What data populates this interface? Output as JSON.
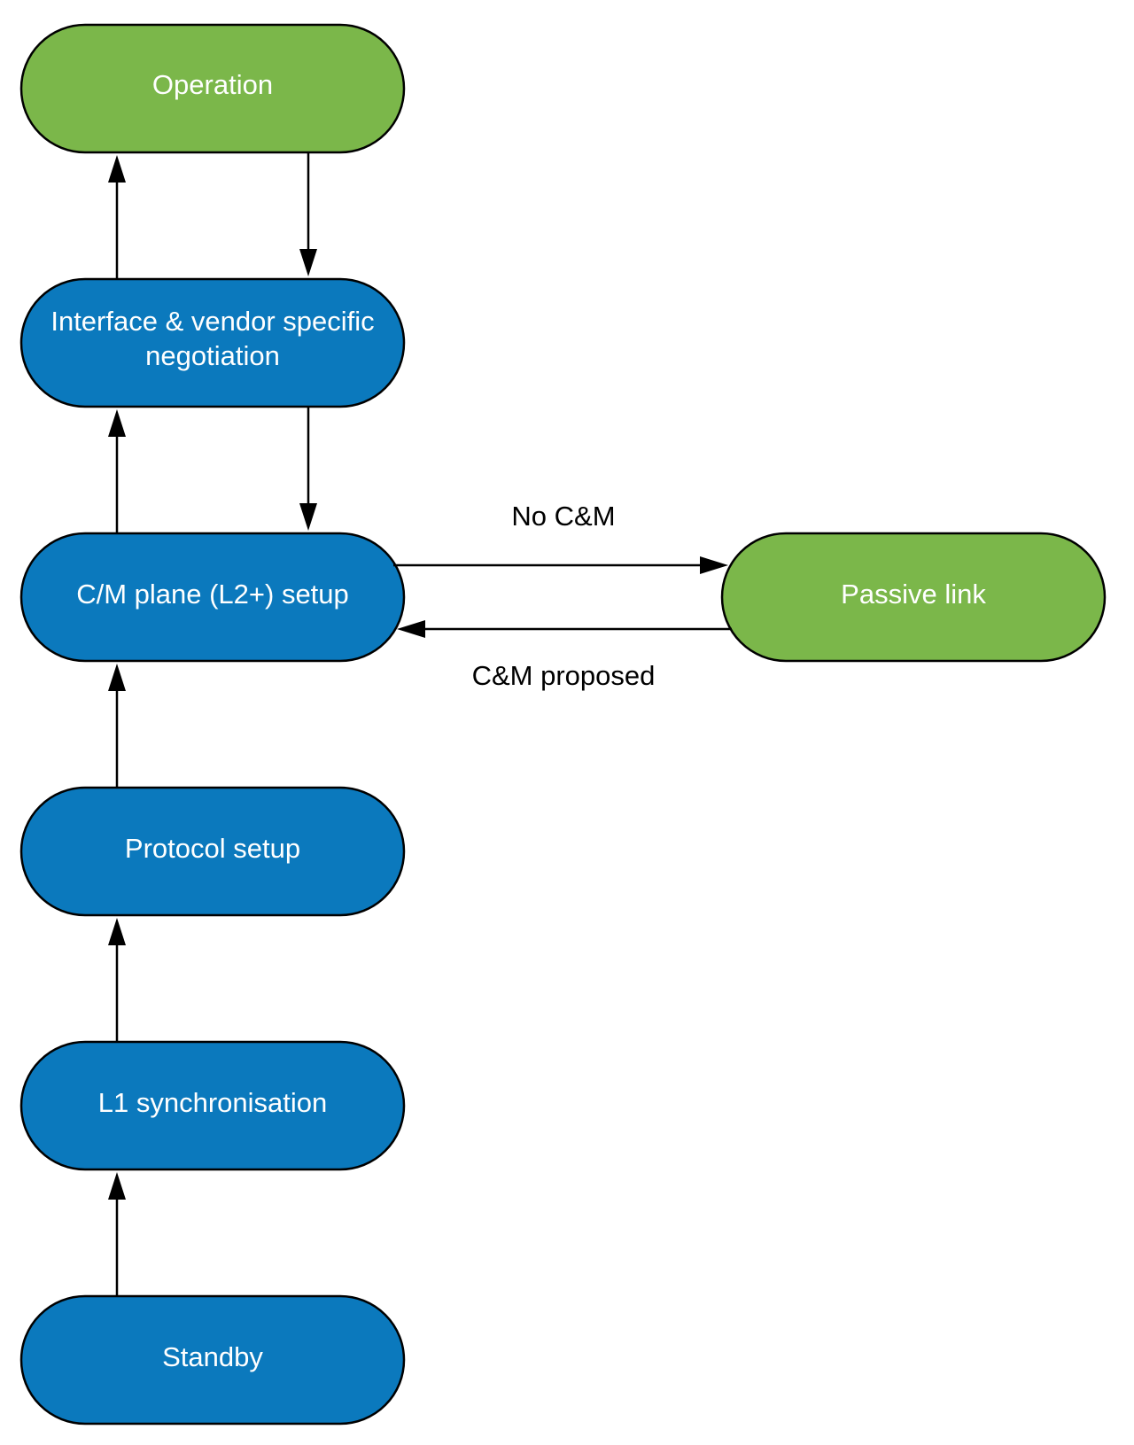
{
  "diagram": {
    "colors": {
      "blue_node": "#0b79bd",
      "green_node": "#7bb74a",
      "node_text": "#ffffff",
      "edge": "#000000"
    },
    "nodes": {
      "operation": {
        "label": "Operation",
        "color": "green"
      },
      "interface": {
        "line1": "Interface & vendor specific",
        "line2": "negotiation",
        "color": "blue"
      },
      "cm_plane": {
        "label": "C/M plane (L2+) setup",
        "color": "blue"
      },
      "passive": {
        "label": "Passive link",
        "color": "green"
      },
      "protocol": {
        "label": "Protocol setup",
        "color": "blue"
      },
      "l1sync": {
        "label": "L1 synchronisation",
        "color": "blue"
      },
      "standby": {
        "label": "Standby",
        "color": "blue"
      }
    },
    "edges": {
      "no_cm": {
        "label": "No C&M"
      },
      "cm_proposed": {
        "label": "C&M proposed"
      }
    }
  }
}
